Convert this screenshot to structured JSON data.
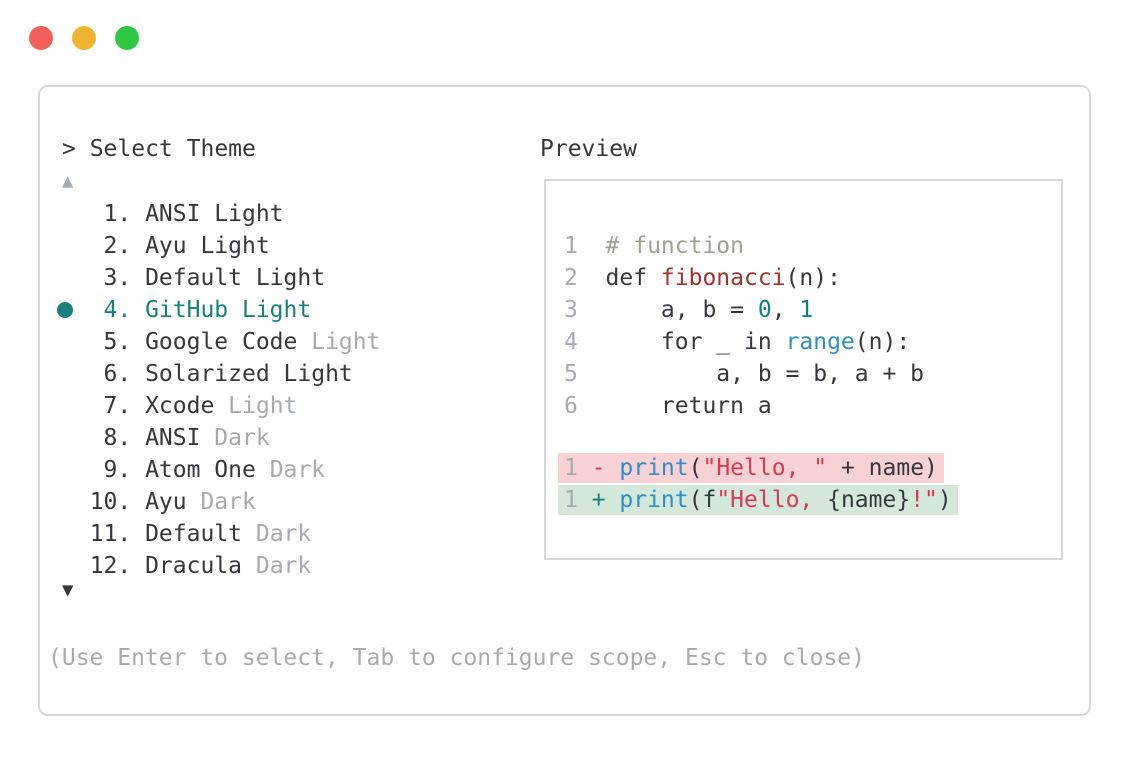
{
  "window": {
    "traffic_lights": [
      {
        "name": "close",
        "color": "#f2605a"
      },
      {
        "name": "minimize",
        "color": "#f0b432"
      },
      {
        "name": "maximize",
        "color": "#2ec845"
      }
    ]
  },
  "theme_picker": {
    "prompt": "> Select Theme",
    "scroll_up_icon": "▲",
    "scroll_down_icon": "▼",
    "help": "(Use Enter to select, Tab to configure scope, Esc to close)",
    "selected_index": 3,
    "items": [
      {
        "num": "1.",
        "selected": false,
        "parts": [
          {
            "text": "ANSI Light",
            "gray": false
          }
        ]
      },
      {
        "num": "2.",
        "selected": false,
        "parts": [
          {
            "text": "Ayu Light",
            "gray": false
          }
        ]
      },
      {
        "num": "3.",
        "selected": false,
        "parts": [
          {
            "text": "Default Light",
            "gray": false
          }
        ]
      },
      {
        "num": "4.",
        "selected": true,
        "parts": [
          {
            "text": "GitHub Light",
            "gray": false
          }
        ]
      },
      {
        "num": "5.",
        "selected": false,
        "parts": [
          {
            "text": "Google Code",
            "gray": false
          },
          {
            "text": " Light",
            "gray": true
          }
        ]
      },
      {
        "num": "6.",
        "selected": false,
        "parts": [
          {
            "text": "Solarized Light",
            "gray": false
          }
        ]
      },
      {
        "num": "7.",
        "selected": false,
        "parts": [
          {
            "text": "Xcode",
            "gray": false
          },
          {
            "text": " Light",
            "gray": true
          }
        ]
      },
      {
        "num": "8.",
        "selected": false,
        "parts": [
          {
            "text": "ANSI",
            "gray": false
          },
          {
            "text": " Dark",
            "gray": true
          }
        ]
      },
      {
        "num": "9.",
        "selected": false,
        "parts": [
          {
            "text": "Atom One",
            "gray": false
          },
          {
            "text": " Dark",
            "gray": true
          }
        ]
      },
      {
        "num": "10.",
        "selected": false,
        "parts": [
          {
            "text": "Ayu",
            "gray": false
          },
          {
            "text": " Dark",
            "gray": true
          }
        ]
      },
      {
        "num": "11.",
        "selected": false,
        "parts": [
          {
            "text": "Default",
            "gray": false
          },
          {
            "text": " Dark",
            "gray": true
          }
        ]
      },
      {
        "num": "12.",
        "selected": false,
        "parts": [
          {
            "text": "Dracula",
            "gray": false
          },
          {
            "text": " Dark",
            "gray": true
          }
        ]
      }
    ]
  },
  "preview": {
    "label": "Preview",
    "code_lines": [
      {
        "num": "1",
        "tokens": [
          {
            "t": "# function",
            "c": "comment"
          }
        ]
      },
      {
        "num": "2",
        "tokens": [
          {
            "t": "def ",
            "c": "text"
          },
          {
            "t": "fibonacci",
            "c": "func"
          },
          {
            "t": "(n):",
            "c": "text"
          }
        ]
      },
      {
        "num": "3",
        "tokens": [
          {
            "t": "    a, b = ",
            "c": "text"
          },
          {
            "t": "0",
            "c": "numlit"
          },
          {
            "t": ", ",
            "c": "text"
          },
          {
            "t": "1",
            "c": "numlit"
          }
        ]
      },
      {
        "num": "4",
        "tokens": [
          {
            "t": "    for _ in ",
            "c": "text"
          },
          {
            "t": "range",
            "c": "blue"
          },
          {
            "t": "(n):",
            "c": "text"
          }
        ]
      },
      {
        "num": "5",
        "tokens": [
          {
            "t": "        a, b = b, a + b",
            "c": "text"
          }
        ]
      },
      {
        "num": "6",
        "tokens": [
          {
            "t": "    return a",
            "c": "text"
          }
        ]
      }
    ],
    "diff_lines": [
      {
        "num": "1",
        "marker": "-",
        "kind": "removed",
        "tokens": [
          {
            "t": "print",
            "c": "blue"
          },
          {
            "t": "(",
            "c": "text"
          },
          {
            "t": "\"Hello, \"",
            "c": "str"
          },
          {
            "t": " + name)",
            "c": "text"
          }
        ]
      },
      {
        "num": "1",
        "marker": "+",
        "kind": "added",
        "tokens": [
          {
            "t": "print",
            "c": "blue"
          },
          {
            "t": "(f",
            "c": "text"
          },
          {
            "t": "\"Hello, ",
            "c": "str"
          },
          {
            "t": "{name}",
            "c": "text"
          },
          {
            "t": "!\"",
            "c": "str"
          },
          {
            "t": ")",
            "c": "text"
          }
        ]
      }
    ]
  },
  "colors": {
    "accent_teal": "#17807a",
    "text_dark": "#34383c",
    "text_gray": "#a6abb0",
    "syntax_blue": "#2e8ec9",
    "syntax_function": "#a33030",
    "syntax_string": "#da3a51",
    "syntax_comment": "#9ea391",
    "syntax_number": "#107e84",
    "diff_removed_bg": "#f8d1d4",
    "diff_added_bg": "#d3e8d9",
    "border": "#d8d8d8"
  }
}
